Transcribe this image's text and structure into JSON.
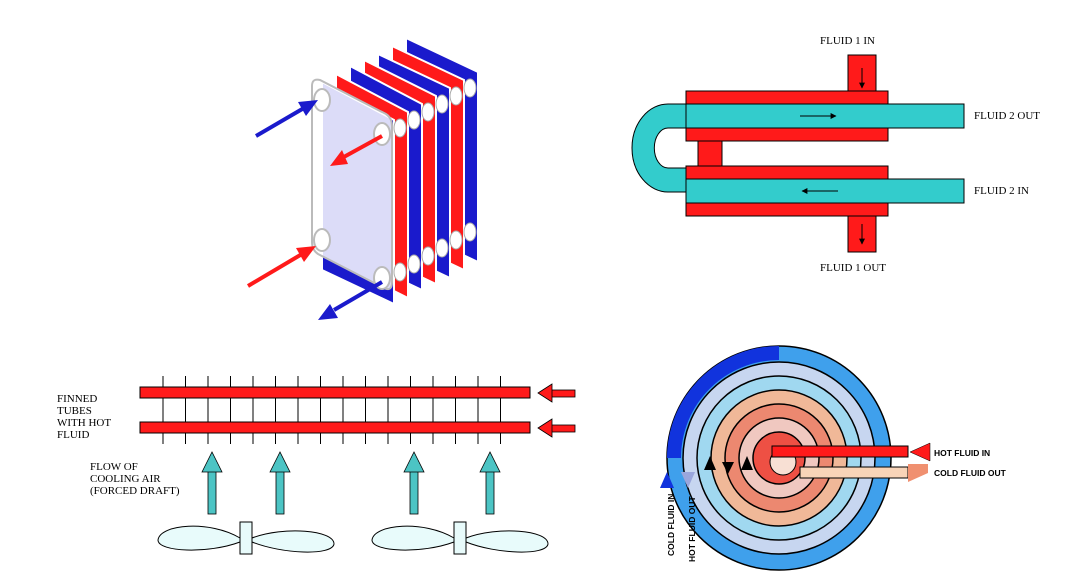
{
  "colors": {
    "hot": "#ff1a1a",
    "cold": "#1a1acc",
    "teal": "#33cccc",
    "fin_arrow": "#4cc4c4",
    "fan": "#e8fbfb"
  },
  "double_pipe": {
    "fluid1_in": "FLUID 1 IN",
    "fluid1_out": "FLUID 1 OUT",
    "fluid2_out": "FLUID 2 OUT",
    "fluid2_in": "FLUID 2 IN"
  },
  "air_cooled": {
    "finned_tubes": [
      "FINNED",
      "TUBES",
      "WITH HOT",
      "FLUID"
    ],
    "cooling_air": [
      "FLOW OF",
      "COOLING AIR",
      "(FORCED DRAFT)"
    ]
  },
  "spiral": {
    "hot_in": "HOT FLUID IN",
    "cold_out": "COLD FLUID OUT",
    "cold_in": "COLD FLUID IN",
    "hot_out": "HOT FLUID OUT"
  },
  "icons": [
    "plate-heat-exchanger-icon",
    "fan-icon",
    "flow-arrow-icon"
  ]
}
